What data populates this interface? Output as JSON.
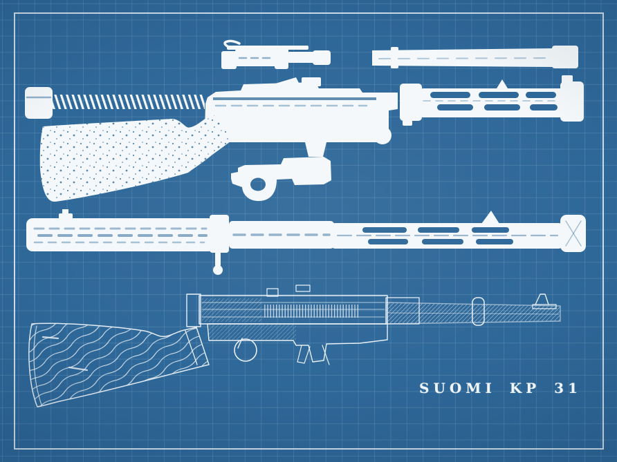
{
  "title": "SUOMI KP 31",
  "theme": {
    "background": "#2e6899",
    "background_edge": "#1d4c7c",
    "grid": "#7fb0d4",
    "frame": "#e8eff5",
    "ink": "#f4f8fa"
  },
  "drawing": {
    "type": "blueprint-exploded-parts",
    "parts": [
      {
        "name": "bolt-assembly"
      },
      {
        "name": "barrel"
      },
      {
        "name": "recoil-spring-and-buffer"
      },
      {
        "name": "receiver"
      },
      {
        "name": "barrel-jacket"
      },
      {
        "name": "buttstock"
      },
      {
        "name": "trigger-group"
      },
      {
        "name": "receiver-and-jacket-assembled"
      },
      {
        "name": "complete-gun-line-drawing"
      }
    ]
  }
}
